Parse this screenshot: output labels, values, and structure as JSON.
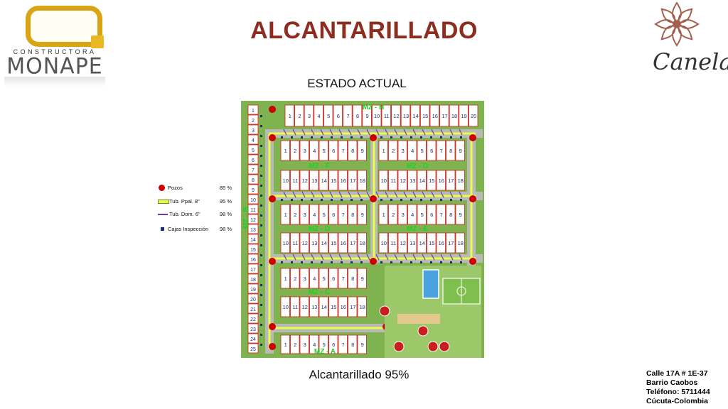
{
  "header": {
    "title": "ALCANTARILLADO",
    "subtitle": "ESTADO ACTUAL"
  },
  "company_logo": {
    "top_text": "CONSTRUCTORA",
    "name": "MONAPE"
  },
  "brand_logo": {
    "name": "Canela"
  },
  "legend": {
    "items": [
      {
        "label": "Pozos",
        "value": "85 %"
      },
      {
        "label": "Tub. Ppal. 8\"",
        "value": "95 %"
      },
      {
        "label": "Tub. Dom. 6\"",
        "value": "98 %"
      },
      {
        "label": "Cajas Inspección",
        "value": "98 %"
      }
    ]
  },
  "map": {
    "blocks": {
      "h": "MZ - H",
      "f": "MZ - F",
      "g": "MZ - G",
      "d": "MZ - D",
      "e": "MZ - E",
      "c": "MZ - C",
      "a": "MZ - A",
      "b": "MZ - B"
    }
  },
  "caption": "Alcantarillado 95%",
  "contact": {
    "line1": "Calle 17A # 1E-37",
    "line2": "Barrio Caobos",
    "line3": "Teléfono: 5711444",
    "line4": "Cúcuta-Colombia"
  },
  "colors": {
    "title": "#8c2d1f",
    "manhole": "#cc0000",
    "main_pipe": "#e9ff46",
    "domestic_pipe": "#6b3aa8",
    "inspection_box": "#1a2f6e",
    "lot_border": "#d61f1f",
    "lot_number": "#1fcf2a"
  }
}
